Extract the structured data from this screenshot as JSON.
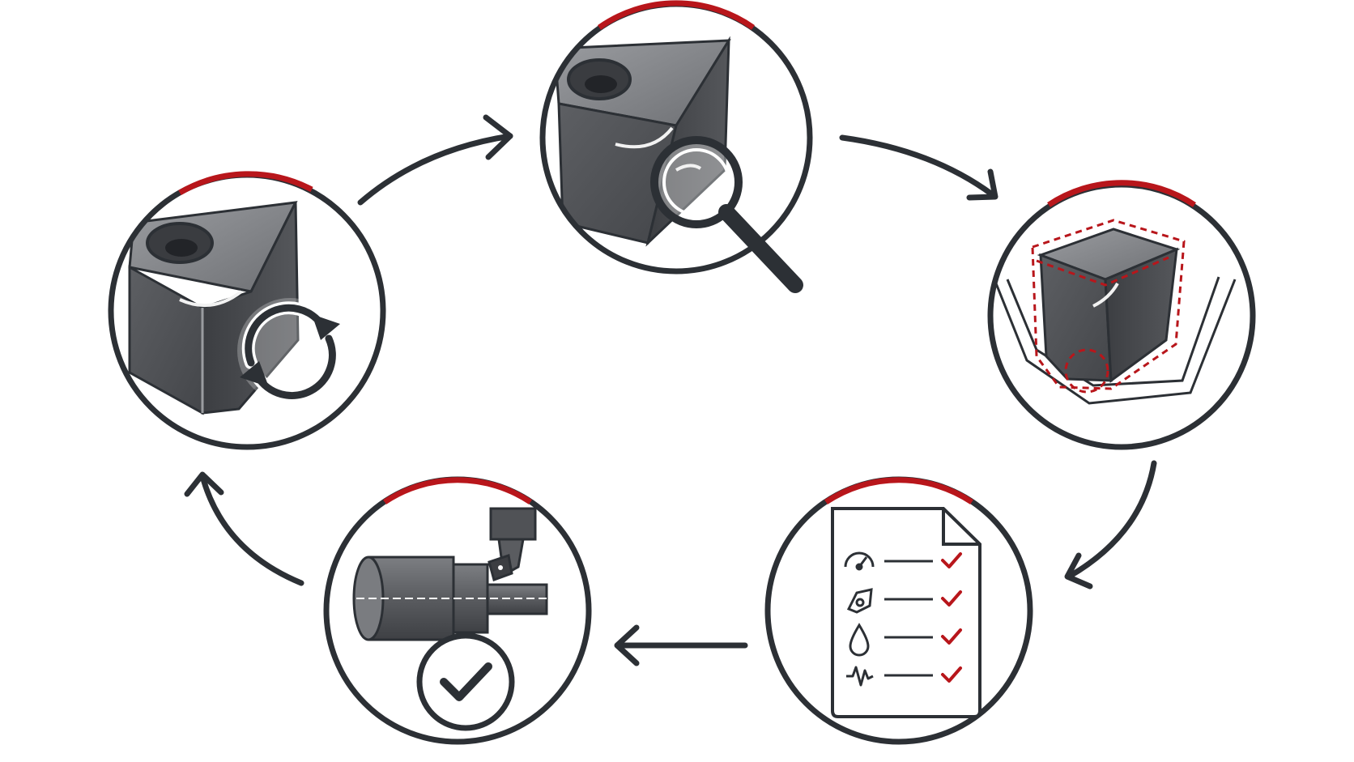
{
  "colors": {
    "outline": "#2c3035",
    "accent": "#b8161b",
    "metal_dark": "#4a4c50",
    "metal_mid": "#66686c",
    "metal_light": "#8a8c90",
    "paper": "#ffffff"
  },
  "steps": [
    {
      "id": "inspect",
      "icons": [
        "carbide-insert",
        "magnifier-icon"
      ]
    },
    {
      "id": "wear-pattern",
      "icons": [
        "carbide-insert",
        "wear-outline-dashed"
      ]
    },
    {
      "id": "parameter-checklist",
      "icons": [
        "document-icon",
        "speedometer-icon",
        "tool-tip-icon",
        "coolant-drop-icon",
        "vibration-icon",
        "check-mark-icon"
      ]
    },
    {
      "id": "verified-cut",
      "icons": [
        "workpiece-cylinder",
        "tool-holder",
        "check-circle-icon"
      ]
    },
    {
      "id": "index-replace",
      "icons": [
        "carbide-insert",
        "rotate-arrows-icon"
      ]
    }
  ]
}
